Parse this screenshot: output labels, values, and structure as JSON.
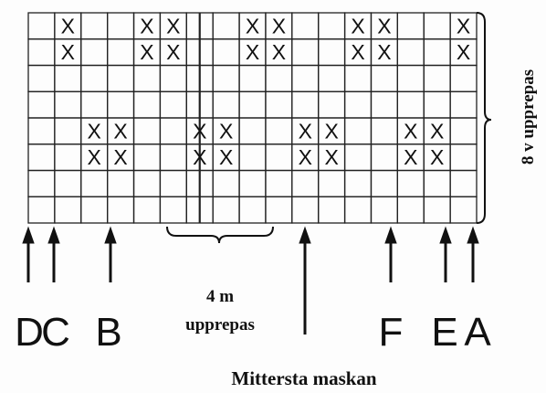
{
  "chart": {
    "rows": 8,
    "cols": 17,
    "marked_rows": [
      [
        1,
        4,
        5,
        8,
        9,
        12,
        13,
        16
      ],
      [
        1,
        4,
        5,
        8,
        9,
        12,
        13,
        16
      ],
      [],
      [],
      [
        2,
        3,
        6,
        7,
        10,
        11,
        14,
        15
      ],
      [
        2,
        3,
        6,
        7,
        10,
        11,
        14,
        15
      ],
      [],
      []
    ],
    "mark_symbol": "X"
  },
  "labels": {
    "row_repeat": "8 v upprepas",
    "stitch_repeat_line1": "4 m",
    "stitch_repeat_line2": "upprepas",
    "middle_stitch": "Mittersta maskan",
    "letter_d": "D",
    "letter_c": "C",
    "letter_b": "B",
    "letter_f": "F",
    "letter_e": "E",
    "letter_a": "A"
  },
  "style": {
    "ink": "#111111",
    "grid": "#222222",
    "paper": "#fdfdfd"
  }
}
